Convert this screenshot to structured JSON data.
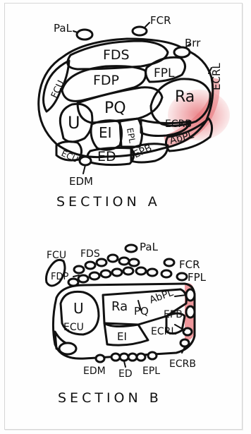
{
  "section_a": {
    "caption": "SECTION A",
    "labels": {
      "pal": "PaL",
      "fcr": "FCR",
      "fds": "FDS",
      "brr": "Brr",
      "fcu": "FCU",
      "fdp": "FDP",
      "fpl": "FPL",
      "ecrl": "ECRL",
      "pq": "PQ",
      "ra": "Ra",
      "u": "U",
      "ei": "EI",
      "epl": "EPL",
      "ecrb": "ECRB",
      "abpl": "AbPL",
      "ecu": "ECU",
      "ed": "ED",
      "epb": "EPB",
      "edm": "EDM"
    },
    "highlight_color": "#e8747a"
  },
  "section_b": {
    "caption": "SECTION B",
    "labels": {
      "fcu": "FCU",
      "fds": "FDS",
      "pal": "PaL",
      "fcr": "FCR",
      "fdp": "FDP",
      "fpl": "FPL",
      "u": "U",
      "ra": "Ra",
      "pq": "PQ",
      "abpl": "AbPL",
      "ecu": "ECU",
      "epb": "EPB",
      "ei": "EI",
      "ecrl": "ECRL",
      "edm": "EDM",
      "ed": "ED",
      "epl": "EPL",
      "ecrb": "ECRB"
    }
  }
}
